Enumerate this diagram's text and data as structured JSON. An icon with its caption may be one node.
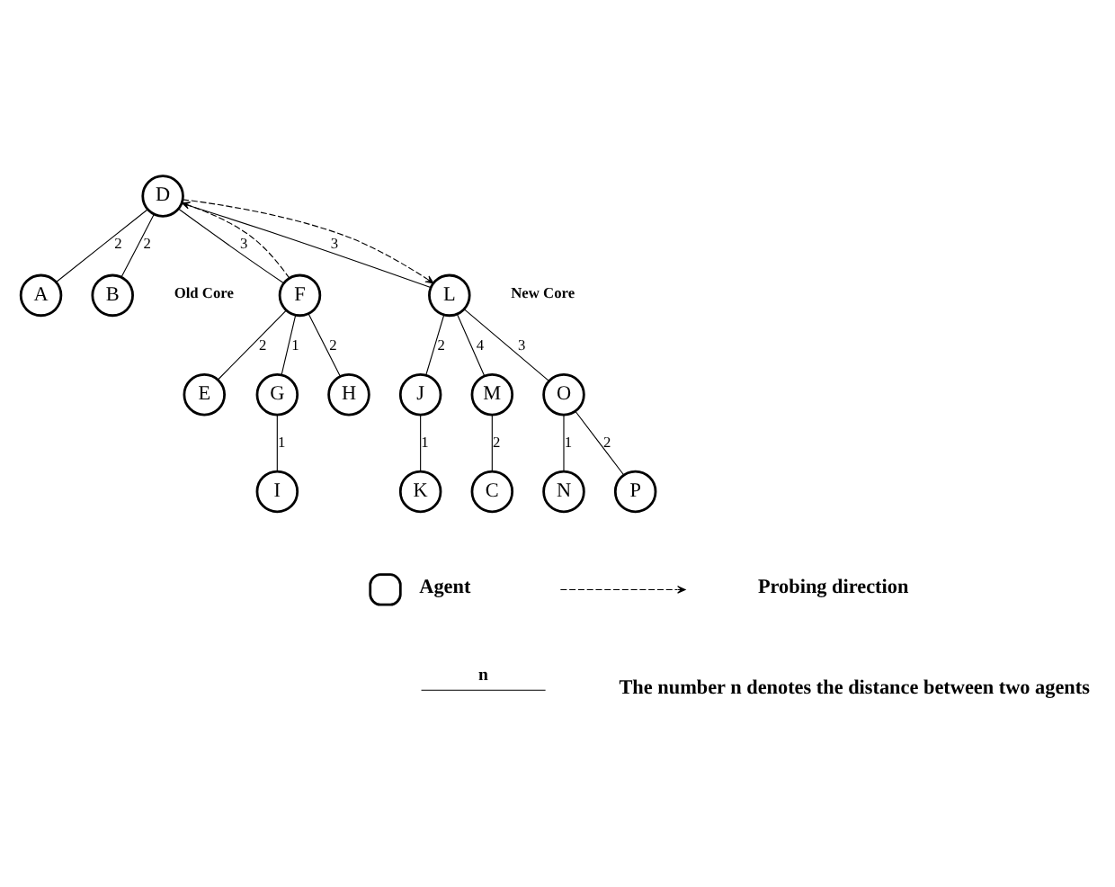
{
  "diagram": {
    "nodes": [
      {
        "text": [
          "A"
        ]
      },
      {
        "text": [
          "B"
        ]
      },
      {
        "text": [
          "C"
        ]
      },
      {
        "text": [
          "D"
        ]
      },
      {
        "text": [
          "E"
        ]
      },
      {
        "text": [
          "F"
        ]
      },
      {
        "text": [
          "G"
        ]
      },
      {
        "text": [
          "H"
        ]
      },
      {
        "text": [
          "I"
        ]
      },
      {
        "text": [
          "J"
        ]
      },
      {
        "text": [
          "K"
        ]
      },
      {
        "text": [
          "L"
        ]
      },
      {
        "text": [
          "M"
        ]
      },
      {
        "text": [
          "N"
        ]
      },
      {
        "text": [
          "O"
        ]
      },
      {
        "text": [
          "P"
        ]
      }
    ],
    "edges": [
      {
        "from": 3,
        "to": 0,
        "arrow": "none",
        "label": "2"
      },
      {
        "from": 3,
        "to": 1,
        "arrow": "none",
        "label": "2"
      },
      {
        "from": 3,
        "to": 5,
        "arrow": "none",
        "label": "3"
      },
      {
        "from": 5,
        "to": 4,
        "arrow": "none",
        "label": "2"
      },
      {
        "from": 5,
        "to": 6,
        "arrow": "none",
        "label": "1"
      },
      {
        "from": 6,
        "to": 8,
        "arrow": "none",
        "label": "1"
      },
      {
        "from": 5,
        "to": 7,
        "arrow": "none",
        "label": "2"
      },
      {
        "from": 3,
        "to": 11,
        "arrow": "none",
        "label": "3"
      },
      {
        "from": 11,
        "to": 12,
        "arrow": "none",
        "label": "4"
      },
      {
        "from": 12,
        "to": 2,
        "arrow": "none",
        "label": "2"
      },
      {
        "from": 11,
        "to": 9,
        "arrow": "none",
        "label": "2"
      },
      {
        "from": 9,
        "to": 10,
        "arrow": "none",
        "label": "1"
      },
      {
        "from": 11,
        "to": 14,
        "arrow": "none",
        "label": "3"
      },
      {
        "from": 14,
        "to": 13,
        "arrow": "none",
        "label": "1"
      },
      {
        "from": 14,
        "to": 15,
        "arrow": "none",
        "label": "2"
      },
      {
        "from": 5,
        "to": 3,
        "arrow": "to",
        "style": "dashed"
      },
      {
        "from": 3,
        "to": 11,
        "arrow": "to",
        "style": "dashed"
      }
    ],
    "labels": [
      "Old Core",
      "New Core",
      "n"
    ],
    "legend": [
      {
        "text": "Agent"
      },
      {
        "text": "Probing direction"
      },
      {
        "text": "The number n denotes the distance between two agents"
      }
    ]
  }
}
